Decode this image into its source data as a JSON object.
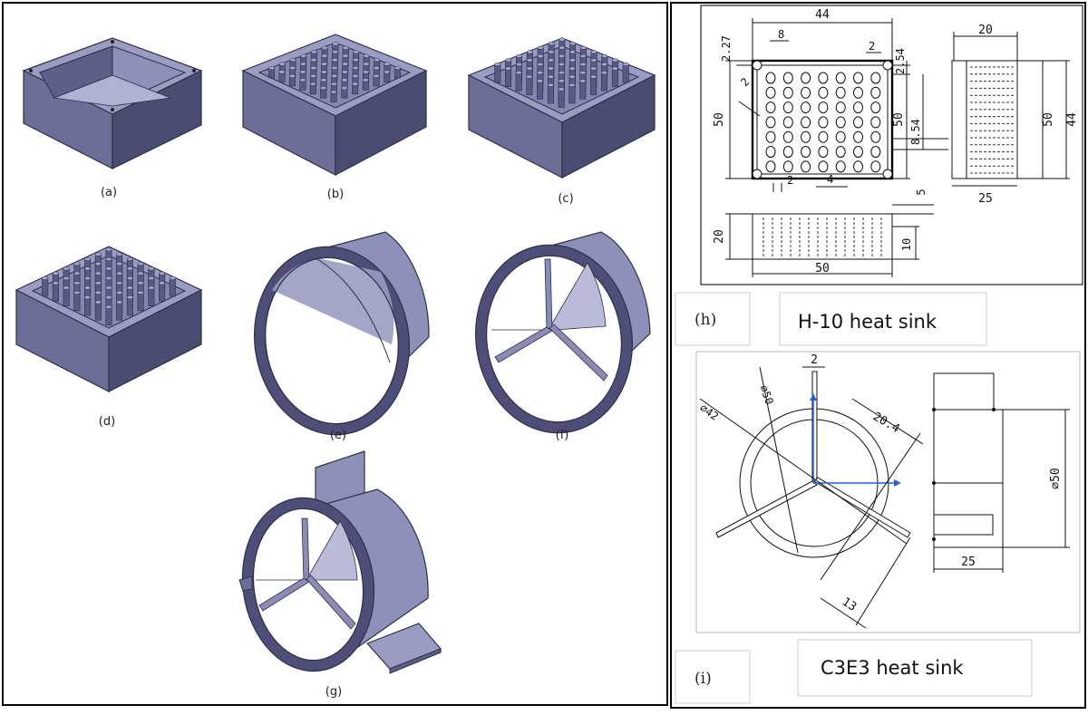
{
  "panels": {
    "a": {
      "label": "(a)"
    },
    "b": {
      "label": "(b)"
    },
    "c": {
      "label": "(c)"
    },
    "d": {
      "label": "(d)"
    },
    "e": {
      "label": "(e)"
    },
    "f": {
      "label": "(f)"
    },
    "g": {
      "label": "(g)"
    },
    "h": {
      "label": "(h)",
      "caption": "H-10 heat sink"
    },
    "i": {
      "label": "(i)",
      "caption": "C3E3 heat sink"
    }
  },
  "drawing_h": {
    "dims": {
      "top_width": "44",
      "pitch": "8",
      "corner_2_top": "2",
      "offset_2_27": "2.27",
      "offset_2_54": "2.54",
      "diag_2": "2",
      "height_50_left": "50",
      "height_50_right": "50",
      "offset_8_54": "8.54",
      "bottom_2": "2",
      "bottom_4": "4",
      "side_width_20": "20",
      "side_height_50": "50",
      "side_height_44": "44",
      "side_bottom_25": "25",
      "front_height_20": "20",
      "front_height_5": "5",
      "front_height_10": "10",
      "front_width_50": "50"
    }
  },
  "drawing_i": {
    "dims": {
      "fin_width": "2",
      "outer_dia": "⌀50",
      "inner_dia": "⌀42",
      "fin_span": "20.4",
      "fin_length": "13",
      "side_dia": "⌀50",
      "side_width": "25"
    }
  }
}
